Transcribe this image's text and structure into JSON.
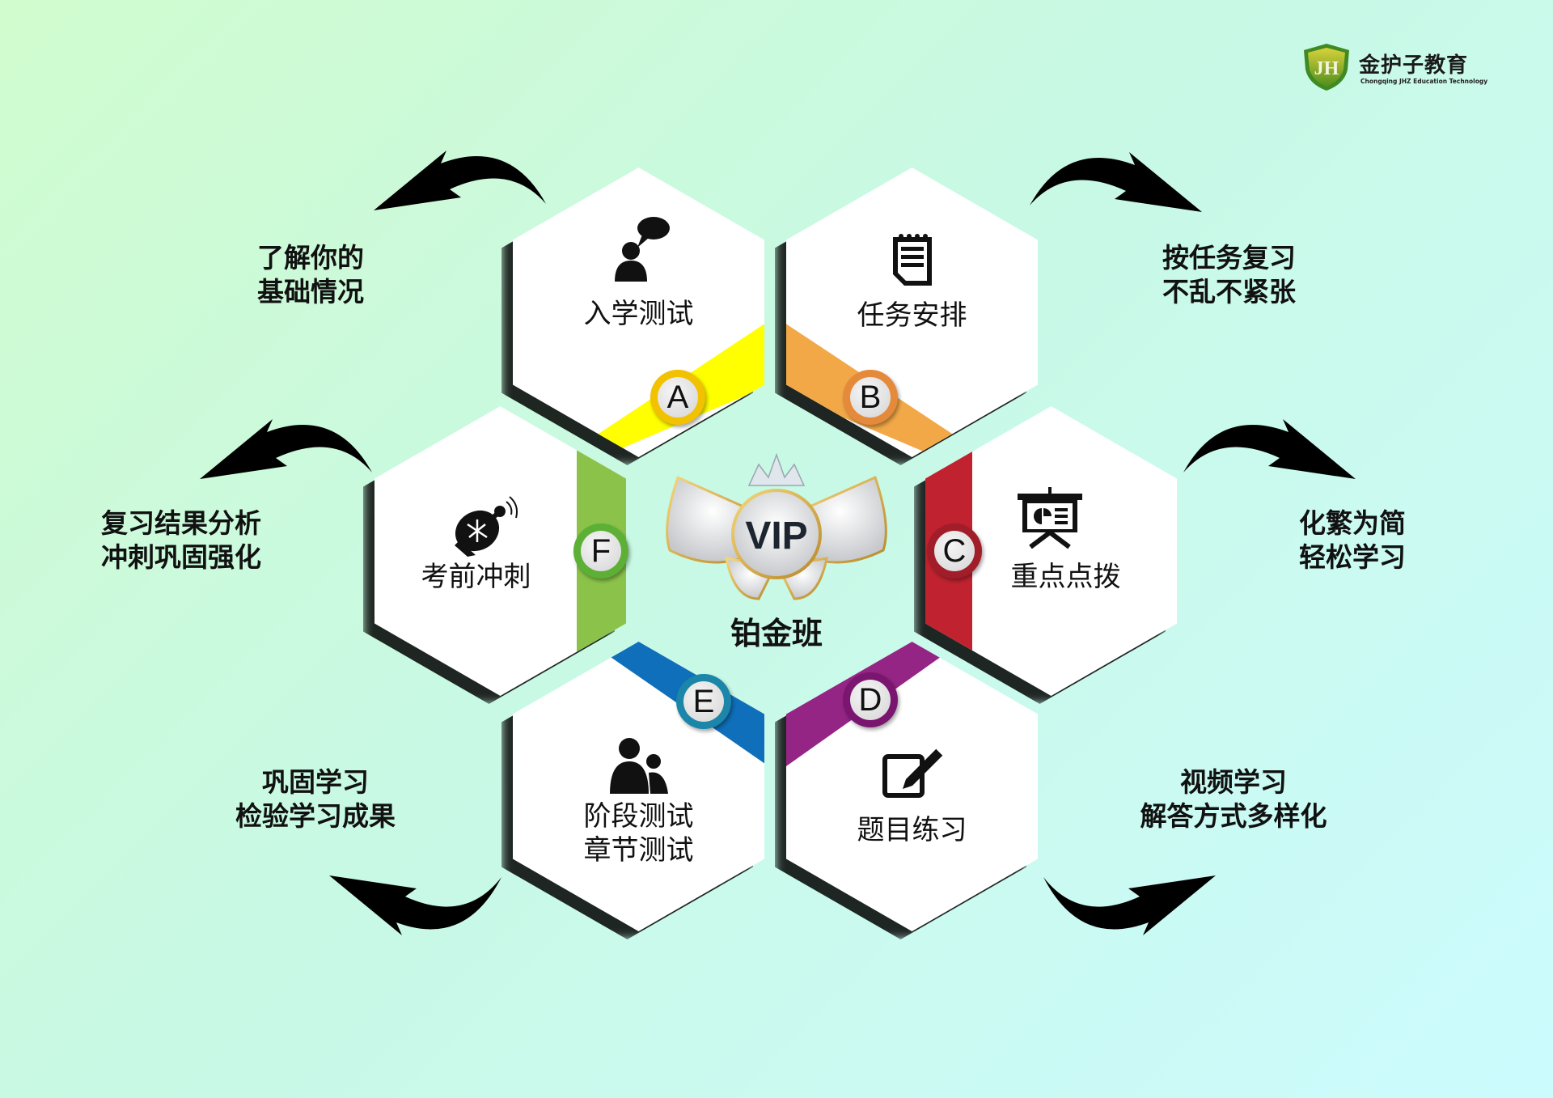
{
  "brand": {
    "name_cn": "金护子教育",
    "name_en": "Chongqing JHZ Education Technology",
    "shield_letters": "JH"
  },
  "center": {
    "emblem_text": "VIP",
    "title": "铂金班"
  },
  "colors": {
    "background_top_left": "#d0fcce",
    "background_bottom_right": "#ccfbfe",
    "A": "#ffff00",
    "B": "#f2a847",
    "C": "#c0232f",
    "D": "#952585",
    "E": "#0f6fba",
    "F": "#8bc34a"
  },
  "hexagons": [
    {
      "letter": "A",
      "label": "入学测试",
      "icon": "person-speech-bubble-icon"
    },
    {
      "letter": "B",
      "label": "任务安排",
      "icon": "notepad-icon"
    },
    {
      "letter": "C",
      "label": "重点点拨",
      "icon": "presentation-board-icon"
    },
    {
      "letter": "D",
      "label": "题目练习",
      "icon": "edit-pencil-icon"
    },
    {
      "letter": "E",
      "label": "阶段测试",
      "label2": "章节测试",
      "icon": "two-people-icon"
    },
    {
      "letter": "F",
      "label": "考前冲刺",
      "icon": "satellite-dish-icon"
    }
  ],
  "captions": {
    "top_left": {
      "line1": "了解你的",
      "line2": "基础情况"
    },
    "top_right": {
      "line1": "按任务复习",
      "line2": "不乱不紧张"
    },
    "mid_left": {
      "line1": "复习结果分析",
      "line2": "冲刺巩固强化"
    },
    "mid_right": {
      "line1": "化繁为简",
      "line2": "轻松学习"
    },
    "bottom_left": {
      "line1": "巩固学习",
      "line2": "检验学习成果"
    },
    "bottom_right": {
      "line1": "视频学习",
      "line2": "解答方式多样化"
    }
  }
}
